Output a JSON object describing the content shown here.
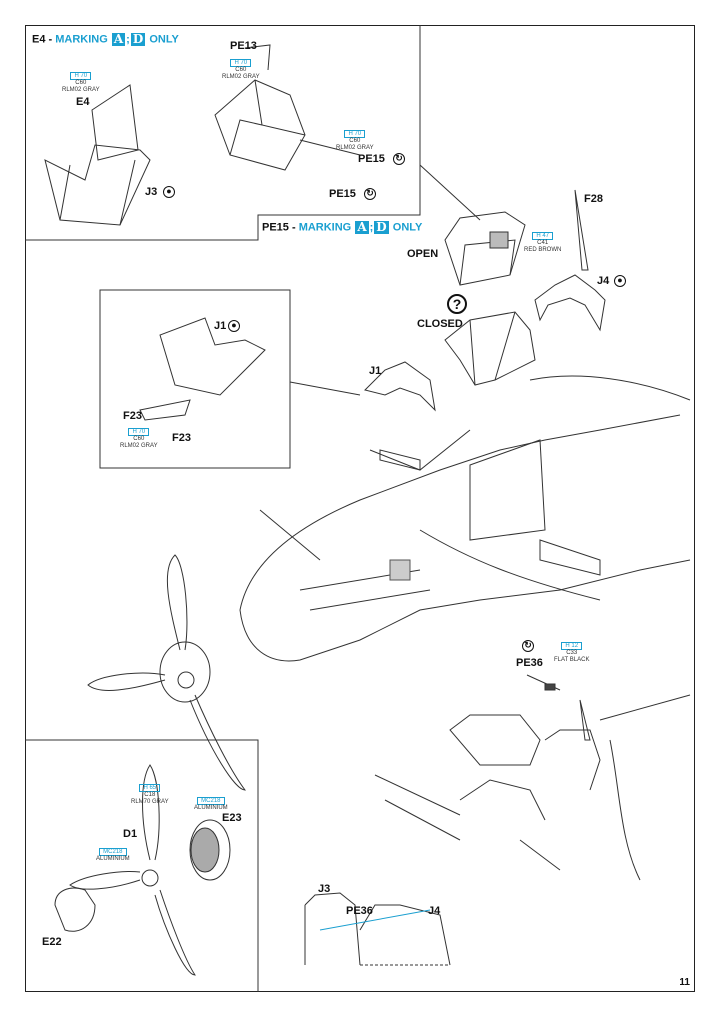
{
  "page_number": "11",
  "header_e4": {
    "prefix": "E4 - ",
    "marking": "MARKING",
    "m1": "A",
    "sep": ";",
    "m2": "D",
    "only": "ONLY"
  },
  "header_pe15": {
    "prefix": "PE15 - ",
    "marking": "MARKING",
    "m1": "A",
    "sep": ";",
    "m2": "D",
    "only": "ONLY"
  },
  "labels": {
    "E4": "E4",
    "J3_top": "J3",
    "PE13": "PE13",
    "PE15_a": "PE15",
    "PE15_b": "PE15",
    "OPEN": "OPEN",
    "F28": "F28",
    "J4_top": "J4",
    "CLOSED": "CLOSED",
    "J1_box": "J1",
    "F23_a": "F23",
    "F23_b": "F23",
    "J1": "J1",
    "PE36_top": "PE36",
    "D1": "D1",
    "E23": "E23",
    "E22": "E22",
    "J3_bot": "J3",
    "PE36_bot": "PE36",
    "J4_bot": "J4"
  },
  "paints": {
    "p1": {
      "code": "H 70",
      "c": "C60",
      "name": "RLM02 GRAY"
    },
    "p2": {
      "code": "H 70",
      "c": "C60",
      "name": "RLM02 GRAY"
    },
    "p3": {
      "code": "H 70",
      "c": "C60",
      "name": "RLM02 GRAY"
    },
    "p4": {
      "code": "H 47",
      "c": "C41",
      "name": "RED BROWN"
    },
    "p5": {
      "code": "H 70",
      "c": "C60",
      "name": "RLM02 GRAY"
    },
    "p6": {
      "code": "H 12",
      "c": "C33",
      "name": "FLAT BLACK"
    },
    "p7": {
      "code": "H 65",
      "c": "C18",
      "name": "RLM70 GRAY"
    },
    "p8": {
      "code": "MC218",
      "c": "",
      "name": "ALUMINIUM"
    },
    "p9": {
      "code": "MC218",
      "c": "",
      "name": "ALUMINIUM"
    }
  },
  "symbols": {
    "black_spot": "●",
    "bend": "↻",
    "question": "?"
  }
}
